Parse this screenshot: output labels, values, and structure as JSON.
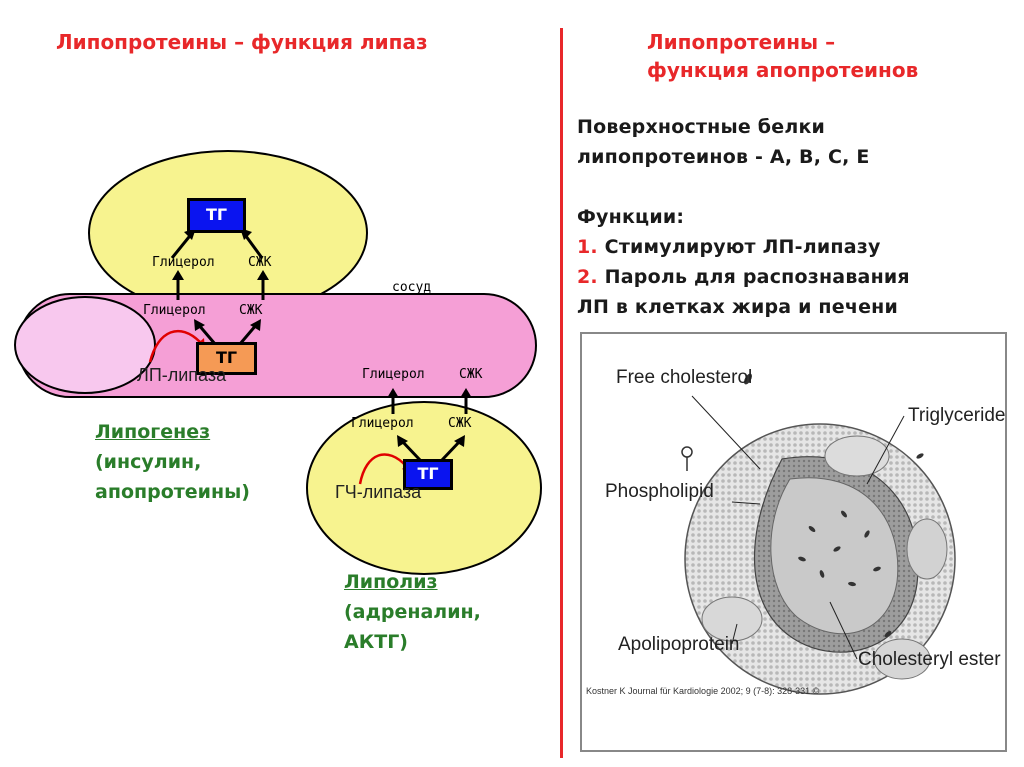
{
  "left": {
    "title": "Липопротеины – функция липаз",
    "vessel_label": "сосуд",
    "top_cell": {
      "tg": "ТГ",
      "glycerol": "Глицерол",
      "ffa": "СЖК"
    },
    "vessel": {
      "glycerol": "Глицерол",
      "ffa": "СЖК",
      "tg": "ТГ",
      "enzyme": "ЛП-липаза"
    },
    "bottom_outside": {
      "glycerol": "Глицерол",
      "ffa": "СЖК"
    },
    "bottom_cell": {
      "glycerol": "Глицерол",
      "ffa": "СЖК",
      "tg": "ТГ",
      "enzyme": "ГЧ-липаза"
    },
    "lipogenesis": {
      "title": "Липогенез",
      "line2": "(инсулин,",
      "line3": "апопротеины)"
    },
    "lipolysis": {
      "title": "Липолиз",
      "line2": "(адреналин,",
      "line3": "АКТГ)"
    }
  },
  "right": {
    "title_line1": "Липопротеины –",
    "title_line2": "функция апопротеинов",
    "surface_line1": "Поверхностные белки",
    "surface_line2": "липопротеинов  - А, В, С, Е",
    "functions_heading": "Функции:",
    "functions": [
      {
        "num": "1.",
        "text": "Стимулируют ЛП-липазу"
      },
      {
        "num": "2.",
        "text": "Пароль для распознавания"
      }
    ],
    "functions_cont": "ЛП в клетках жира и печени"
  },
  "figure": {
    "labels": {
      "free_cholesterol": "Free cholesterol",
      "triglyceride": "Triglyceride",
      "phospholipid": "Phospholipid",
      "apolipoprotein": "Apolipoprotein",
      "cholesteryl_ester": "Cholesteryl ester"
    },
    "citation": "Kostner K Journal für Kardiologie 2002; 9 (7-8): 328-331 ©"
  },
  "colors": {
    "title_red": "#e8282a",
    "cell_yellow": "#f7f38f",
    "vessel_pink": "#f59fd6",
    "vessel_light": "#f8c8ee",
    "tg_blue": "#0a14f0",
    "tg_orange": "#f59a55",
    "green_text": "#2a7d2a",
    "divider": "#e8282a"
  }
}
